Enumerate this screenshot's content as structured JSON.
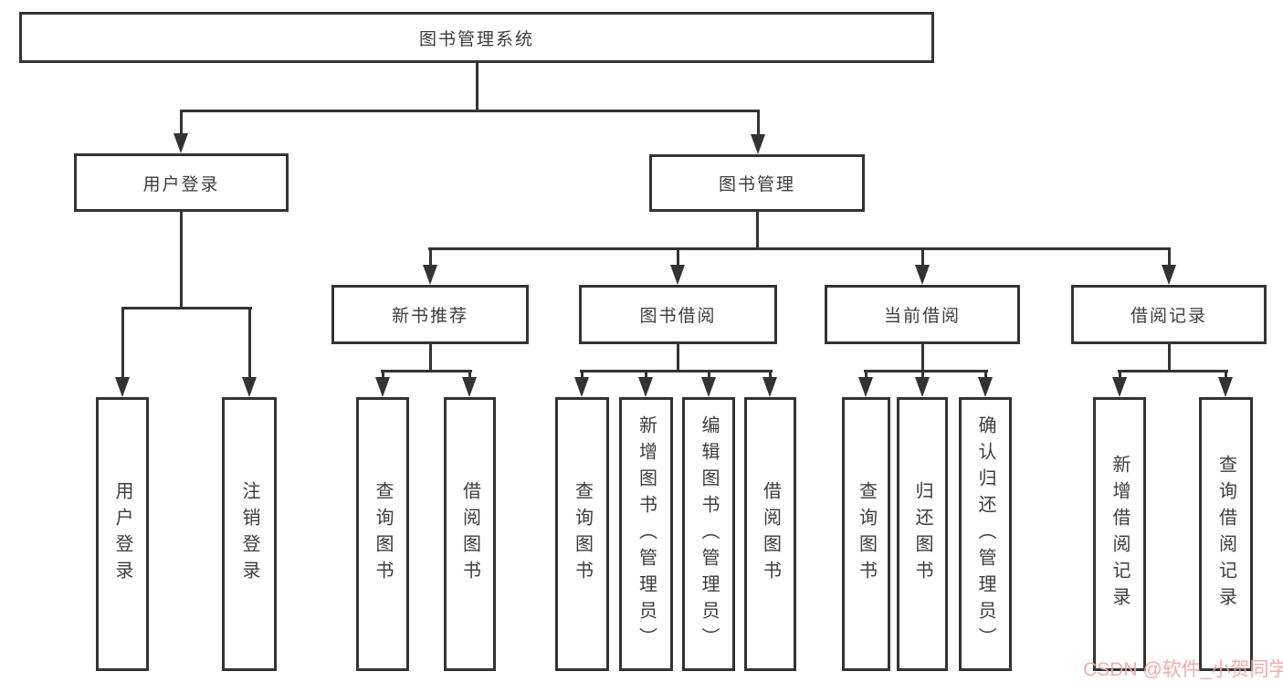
{
  "tree": {
    "root": "图书管理系统",
    "user_login": {
      "label": "用户登录",
      "children": [
        "用户登录",
        "注销登录"
      ]
    },
    "book_mgmt": {
      "label": "图书管理",
      "sections": [
        {
          "label": "新书推荐",
          "children": [
            "查询图书",
            "借阅图书"
          ]
        },
        {
          "label": "图书借阅",
          "children": [
            "查询图书",
            "新增图书（管理员）",
            "编辑图书（管理员）",
            "借阅图书"
          ]
        },
        {
          "label": "当前借阅",
          "children": [
            "查询图书",
            "归还图书",
            "确认归还（管理员）"
          ]
        },
        {
          "label": "借阅记录",
          "children": [
            "新增借阅记录",
            "查询借阅记录"
          ]
        }
      ]
    }
  },
  "watermark": {
    "text": "CSDN @软件_小贺同学",
    "color": "#F0A5A3"
  },
  "colors": {
    "line": "#333333",
    "border": "#333333",
    "text": "#3D3D3D",
    "background": "#FFFFFF"
  }
}
